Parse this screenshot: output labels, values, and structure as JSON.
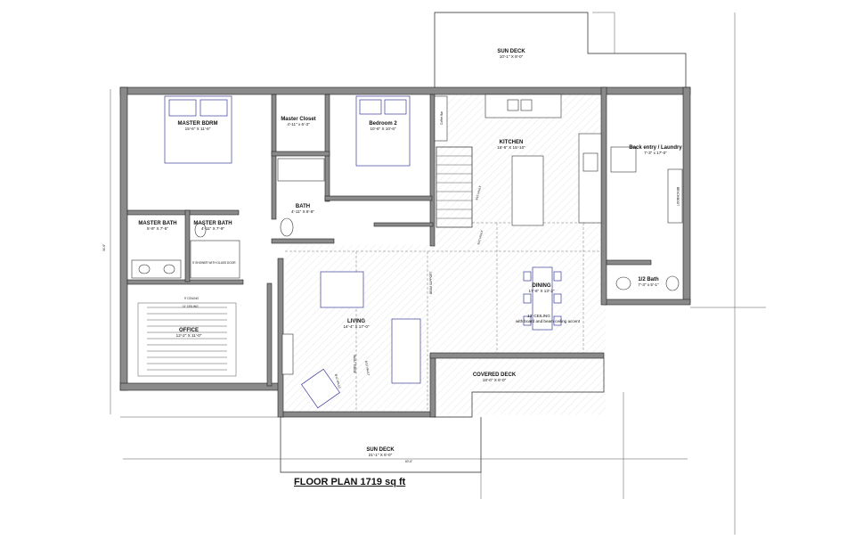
{
  "title": "FLOOR PLAN 1719 sq ft",
  "rooms": {
    "sun_deck_top": {
      "name": "SUN DECK",
      "dims": "10'-1\" X 8'-0\""
    },
    "master_bdrm": {
      "name": "MASTER BDRM",
      "dims": "15'-6\" X 11'-6\""
    },
    "master_closet": {
      "name": "Master Closet",
      "dims": "4'-11\" x 6'-3\""
    },
    "bedroom2": {
      "name": "Bedroom 2",
      "dims": "10'-6\" X 10'-6\""
    },
    "kitchen": {
      "name": "KITCHEN",
      "dims": "15'-6\" X 15'-10\""
    },
    "back_entry": {
      "name": "Back entry / Laundry",
      "dims": "7'-3\" x 17'-0\""
    },
    "bath": {
      "name": "BATH",
      "dims": "4'-11\" X 8'-8\""
    },
    "master_bath_a": {
      "name": "MASTER BATH",
      "dims": "5'-9\" X 7'-5\""
    },
    "master_bath_b": {
      "name": "MASTER BATH",
      "dims": "4'-11\" X 7'-9\""
    },
    "office": {
      "name": "OFFICE",
      "dims": "12'-2\" X 11'-0\""
    },
    "living": {
      "name": "LIVING",
      "dims": "14'-4\" X 17'-0\""
    },
    "dining": {
      "name": "DINING",
      "dims": "17'-6\" X 13'-2\"",
      "note1": "13' CEILING",
      "note2": "with board and beam ceiling accent"
    },
    "half_bath": {
      "name": "1/2 Bath",
      "dims": "7'-3\" x 5'-1\""
    },
    "covered_deck": {
      "name": "COVERED DECK",
      "dims": "18'-0\" X 6'-0\""
    },
    "sun_deck_bottom": {
      "name": "SUN DECK",
      "dims": "21'-1\" X 6'-0\""
    }
  },
  "labels": {
    "dim_overall_width": "60'-6\"",
    "dim_overall_height": "34'-6\"",
    "shower": "5' SHOWER WITH GLASS DOOR",
    "office_ceiling_a": "9' CEILING",
    "office_ceiling_b": "11' CEILING",
    "vault_1": "3/12 VAULT",
    "vault_2": "3/12 VAULT",
    "vault_3": "8/12 VAULT",
    "vault_4": "8/12 VAULT",
    "vault_ridge": "VAULT RIDGE",
    "beam": "BEAM SUPPORT",
    "coffee_bar": "Coffee Bar",
    "bench": "BENCH/BOOT"
  },
  "colors": {
    "wall_fill": "#8a8a8a",
    "line": "#222222",
    "furniture": "#3a3a9a"
  }
}
